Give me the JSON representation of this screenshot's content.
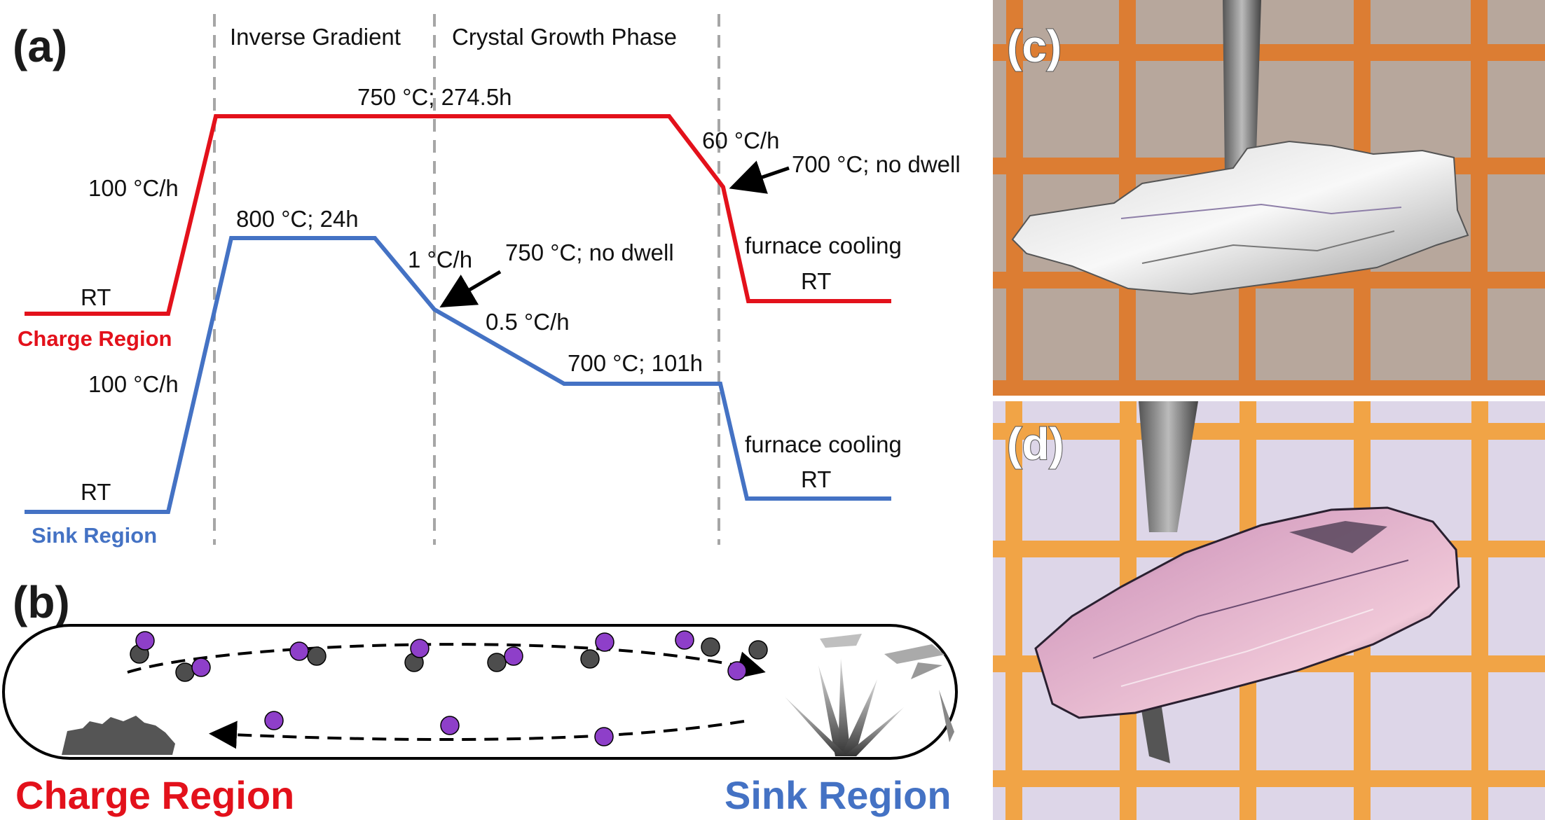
{
  "panels": {
    "a": "(a)",
    "b": "(b)",
    "c": "(c)",
    "d": "(d)"
  },
  "phases": {
    "inverse_gradient": "Inverse Gradient",
    "crystal_growth": "Crystal Growth Phase"
  },
  "charge_profile": {
    "region_label": "Charge Region",
    "rt_start": "RT",
    "ramp_up": "100 °C/h",
    "plateau": "750 °C; 274.5h",
    "ramp_down": "60 °C/h",
    "arrow_note": "700 °C; no dwell",
    "cooling": "furnace cooling",
    "rt_end": "RT"
  },
  "sink_profile": {
    "region_label": "Sink Region",
    "rt_start": "RT",
    "ramp_up": "100 °C/h",
    "plateau": "800 °C; 24h",
    "ramp_down1": "1 °C/h",
    "arrow_note": "750 °C; no dwell",
    "ramp_down2": "0.5 °C/h",
    "plateau2": "700 °C; 101h",
    "cooling": "furnace cooling",
    "rt_end": "RT"
  },
  "tube": {
    "charge_label": "Charge Region",
    "sink_label": "Sink Region"
  },
  "colors": {
    "charge": "#e3111b",
    "sink": "#4472c4",
    "dashed_divider": "#a6a6a6",
    "purple_particle": "#8e3fc9",
    "gray_particle": "#4d4d4d"
  }
}
